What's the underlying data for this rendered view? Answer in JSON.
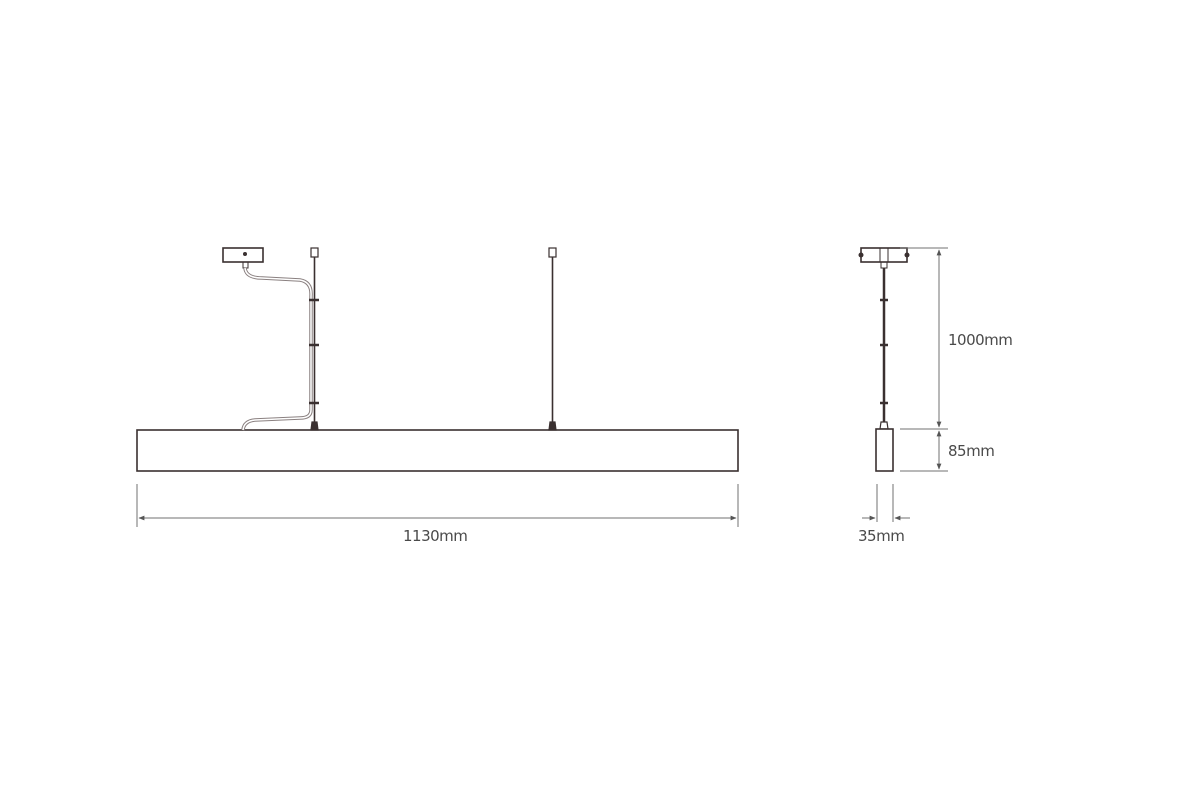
{
  "diagram": {
    "type": "technical-dimension-drawing",
    "subject": "linear pendant light fixture",
    "views": [
      {
        "name": "front-view",
        "description": "long rectangular luminaire body suspended by two cables from ceiling, with power cord from canopy"
      },
      {
        "name": "side-view",
        "description": "end profile of luminaire with suspension cable and ceiling canopy"
      }
    ],
    "colors": {
      "line": "#3a3030",
      "dimension_line": "#707070",
      "text": "#4a4a4a",
      "background": "#ffffff"
    }
  },
  "dimensions": {
    "length": "1130mm",
    "suspension_height": "1000mm",
    "body_height": "85mm",
    "body_width": "35mm"
  }
}
